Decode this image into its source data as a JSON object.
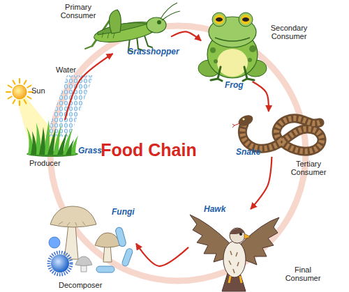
{
  "diagram": {
    "title": "Food Chain",
    "nodes": [
      {
        "text": [
          "Grass",
          "Producer"
        ]
      },
      {
        "text": [
          "Primary Consumer",
          "Grasshopper"
        ]
      },
      {
        "text": [
          "Secondary Consumer",
          "Frog"
        ]
      },
      {
        "text": [
          "Snake",
          "Tertiary Consumer"
        ]
      },
      {
        "text": [
          "Hawk",
          "Final Consumer"
        ]
      },
      {
        "text": [
          "Fungi",
          "Decomposer"
        ]
      }
    ],
    "edges": [
      {
        "from": 0,
        "to": 1,
        "arrow": "to"
      },
      {
        "from": 1,
        "to": 2,
        "arrow": "to"
      },
      {
        "from": 2,
        "to": 3,
        "arrow": "to"
      },
      {
        "from": 3,
        "to": 4,
        "arrow": "to"
      },
      {
        "from": 4,
        "to": 5,
        "arrow": "to"
      }
    ],
    "labels": [
      "Sun",
      "Water"
    ]
  }
}
